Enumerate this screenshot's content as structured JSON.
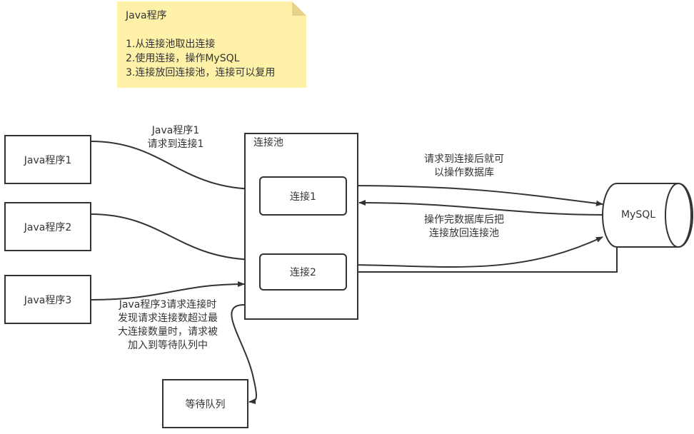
{
  "note": {
    "title": "Java程序",
    "lines": [
      "1.从连接池取出连接",
      "2.使用连接，操作MySQL",
      "3.连接放回连接池，连接可以复用"
    ]
  },
  "nodes": {
    "java1": "Java程序1",
    "java2": "Java程序2",
    "java3": "Java程序3",
    "pool": "连接池",
    "conn1": "连接1",
    "conn2": "连接2",
    "mysql": "MySQL",
    "queue": "等待队列"
  },
  "edge_labels": {
    "java1_to_conn1": [
      "Java程序1",
      "请求到连接1"
    ],
    "conn_to_mysql": [
      "请求到连接后就可",
      "以操作数据库"
    ],
    "mysql_to_pool": [
      "操作完数据库后把",
      "连接放回连接池"
    ],
    "java3_to_queue": [
      "Java程序3请求连接时",
      "发现请求连接数超过最",
      "大连接数量时，请求被",
      "加入到等待队列中"
    ]
  },
  "colors": {
    "note_fill": "#fff2a8",
    "note_fold": "#e6d38a",
    "stroke": "#333333"
  }
}
